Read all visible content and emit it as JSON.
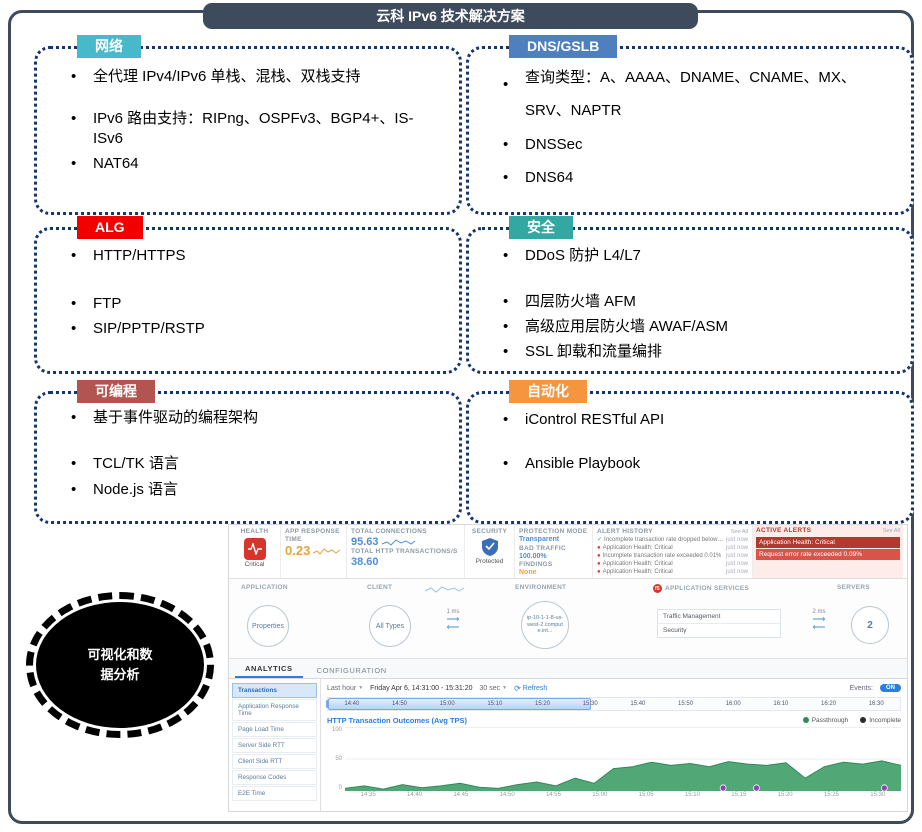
{
  "title": "云科 IPv6 技术解决方案",
  "boxes": [
    {
      "label": "网络",
      "color": "#48b8cb",
      "bullets": [
        "全代理 IPv4/IPv6 单栈、混栈、双栈支持",
        "IPv6 路由支持：RIPng、OSPFv3、BGP4+、IS-ISv6",
        "NAT64"
      ]
    },
    {
      "label": "DNS/GSLB",
      "color": "#4e7fbe",
      "bullets": [
        "查询类型：A、AAAA、DNAME、CNAME、MX、SRV、NAPTR",
        "DNSSec",
        "DNS64"
      ]
    },
    {
      "label": "ALG",
      "color": "#f20000",
      "bullets": [
        "HTTP/HTTPS",
        "FTP",
        "SIP/PPTP/RSTP"
      ]
    },
    {
      "label": "安全",
      "color": "#33a7a1",
      "bullets": [
        "DDoS 防护 L4/L7",
        "四层防火墙 AFM",
        "高级应用层防火墙 AWAF/ASM",
        "SSL 卸载和流量编排"
      ]
    },
    {
      "label": "可编程",
      "color": "#b2544f",
      "bullets": [
        "基于事件驱动的编程架构",
        "TCL/TK 语言",
        "Node.js 语言"
      ]
    },
    {
      "label": "自动化",
      "color": "#f6953f",
      "bullets": [
        "iControl RESTful API",
        "Ansible Playbook"
      ]
    }
  ],
  "ellipse": {
    "label": "可视化和数据分析"
  },
  "dashboard": {
    "health": {
      "title": "HEALTH",
      "status": "Critical"
    },
    "metrics": [
      {
        "label": "APP RESPONSE TIME",
        "value": "0.23",
        "color": "#e8a33d"
      },
      {
        "label": "TOTAL CONNECTIONS",
        "value": "95.63",
        "color": "#4a90d9"
      },
      {
        "label": "TOTAL HTTP TRANSACTIONS/S",
        "value": "38.60",
        "color": "#4a90d9"
      }
    ],
    "security": {
      "title": "SECURITY",
      "status": "Protected",
      "protection_mode_label": "PROTECTION MODE",
      "protection_mode": "Transparent",
      "bad_traffic_label": "BAD TRAFFIC",
      "bad_traffic": "100.00%",
      "findings_label": "FINDINGS",
      "findings": "None"
    },
    "alert_history": {
      "title": "ALERT HISTORY",
      "see_all": "See All",
      "items": [
        {
          "icon": "check",
          "text": "Incomplete transaction rate dropped below 0...",
          "time": "just now"
        },
        {
          "icon": "alert",
          "text": "Application Health: Critical",
          "time": "just now"
        },
        {
          "icon": "alert",
          "text": "Incomplete transaction rate exceeded 0.01%",
          "time": "just now"
        },
        {
          "icon": "alert",
          "text": "Application Health: Critical",
          "time": "just now"
        },
        {
          "icon": "alert",
          "text": "Application Health: Critical",
          "time": "just now"
        }
      ]
    },
    "active_alerts": {
      "title": "ACTIVE ALERTS",
      "see_all": "See All",
      "items": [
        "Application Health: Critical",
        "Request error rate exceeded 0.09%"
      ]
    },
    "topology": {
      "headers": [
        "APPLICATION",
        "CLIENT",
        "ENVIRONMENT",
        "APPLICATION SERVICES",
        "SERVERS"
      ],
      "application_node": "Properties",
      "client_node": "All Types",
      "client_latency": "1 ms",
      "environment_node": "ip-10-1-1-8-us-west-2.compute.int...",
      "services": [
        "Traffic Management",
        "Security"
      ],
      "server_latency": "2 ms",
      "servers_count": "2"
    },
    "tabs": [
      "ANALYTICS",
      "CONFIGURATION"
    ],
    "sidebar": [
      "Transactions",
      "Application Response Time",
      "Page Load Time",
      "Server Side RTT",
      "Client Side RTT",
      "Response Codes",
      "E2E Time"
    ],
    "controls": {
      "range": "Last hour",
      "date": "Friday Apr 6, 14:31:00 - 15:31:20",
      "interval": "30 sec",
      "refresh": "Refresh",
      "events_label": "Events:",
      "events_state": "ON"
    },
    "timeline_ticks": [
      "14:40",
      "14:50",
      "15:00",
      "15:10",
      "15:20",
      "15:30",
      "15:40",
      "15:50",
      "16:00",
      "16:10",
      "16:20",
      "16:30"
    ]
  },
  "chart_data": {
    "type": "area",
    "title": "HTTP Transaction Outcomes (Avg TPS)",
    "legend": [
      {
        "name": "Passthrough",
        "color": "#2f8a5b"
      },
      {
        "name": "Incomplete",
        "color": "#2b2b2b"
      }
    ],
    "x_ticks": [
      "14:35",
      "14:40",
      "14:45",
      "14:50",
      "14:55",
      "15:00",
      "15:05",
      "15:10",
      "15:15",
      "15:20",
      "15:25",
      "15:30"
    ],
    "yticks": [
      "100",
      "50",
      "0"
    ],
    "ylim": [
      0,
      100
    ],
    "series": [
      {
        "name": "Passthrough",
        "values": [
          4,
          8,
          3,
          10,
          5,
          8,
          12,
          6,
          4,
          10,
          14,
          8,
          20,
          12,
          35,
          38,
          45,
          40,
          43,
          38,
          46,
          42,
          40,
          44,
          20,
          38,
          45,
          42,
          47,
          40
        ]
      }
    ],
    "event_positions": [
      0.68,
      0.74,
      0.97
    ]
  }
}
